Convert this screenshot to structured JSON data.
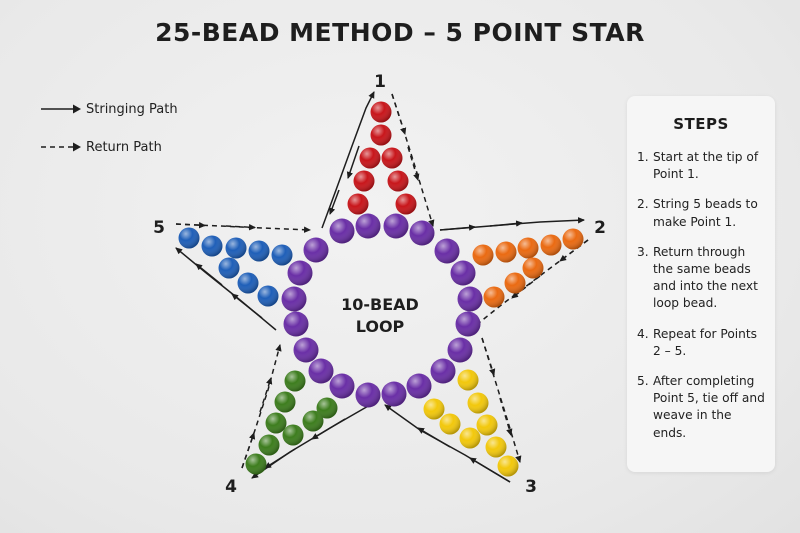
{
  "title": "25-BEAD METHOD – 5 POINT STAR",
  "legend": {
    "stringing": "Stringing Path",
    "return": "Return Path"
  },
  "center_label": {
    "line1": "10-BEAD",
    "line2": "LOOP"
  },
  "points": [
    "1",
    "2",
    "3",
    "4",
    "5"
  ],
  "steps": {
    "title": "STEPS",
    "items": [
      {
        "num": "1.",
        "text": "Start at the tip of Point 1."
      },
      {
        "num": "2.",
        "text": "String 5 beads to make Point 1."
      },
      {
        "num": "3.",
        "text": "Return through the same beads and into the next loop bead."
      },
      {
        "num": "4.",
        "text": "Repeat for Points 2 – 5."
      },
      {
        "num": "5.",
        "text": "After completing Point 5, tie off and weave in the ends."
      }
    ]
  },
  "colors": {
    "point1": "#c8161b",
    "point2": "#ea6a12",
    "point3": "#f2c80c",
    "point4": "#3d7d1e",
    "point5": "#1f5fb8",
    "loop": "#6a2fa6"
  }
}
